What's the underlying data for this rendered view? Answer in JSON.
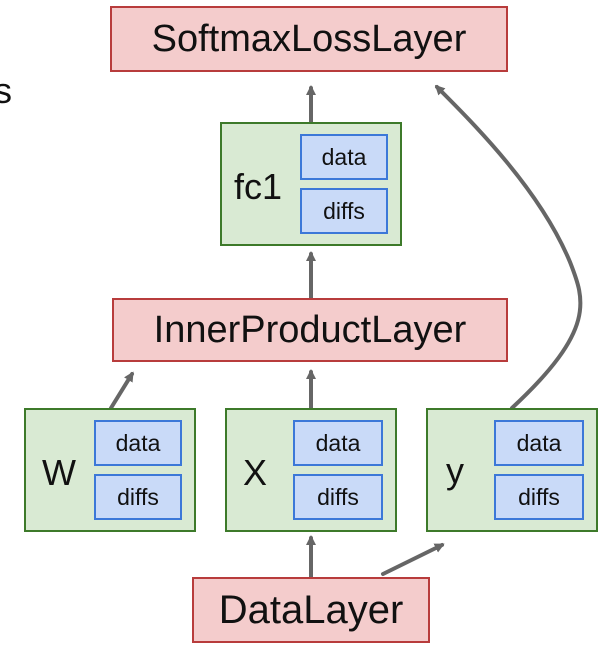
{
  "layers": {
    "softmax": "SoftmaxLossLayer",
    "inner_product": "InnerProductLayer",
    "data_layer": "DataLayer"
  },
  "blobs": {
    "fc1": {
      "label": "fc1",
      "data": "data",
      "diffs": "diffs"
    },
    "w": {
      "label": "W",
      "data": "data",
      "diffs": "diffs"
    },
    "x": {
      "label": "X",
      "data": "data",
      "diffs": "diffs"
    },
    "y": {
      "label": "y",
      "data": "data",
      "diffs": "diffs"
    }
  },
  "edge_glyph": "s",
  "colors": {
    "layer_fill": "#f4cccc",
    "layer_border": "#b83c3c",
    "blob_fill": "#d9ead3",
    "blob_border": "#3d7a2a",
    "chip_fill": "#c9daf8",
    "chip_border": "#3c78d8",
    "arrow": "#666666"
  }
}
